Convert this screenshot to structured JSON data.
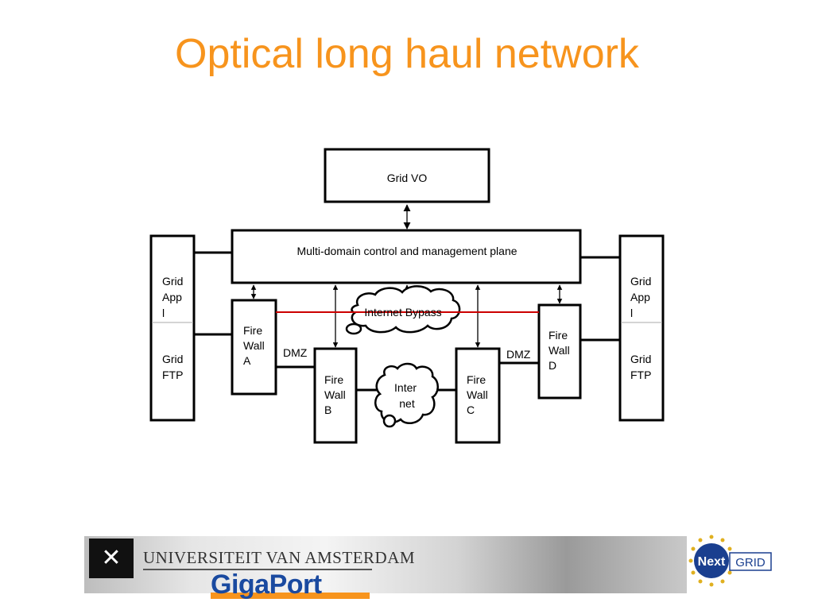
{
  "title": "Optical long haul network",
  "diagram": {
    "grid_vo": "Grid VO",
    "control_plane": "Multi-domain control and management plane",
    "left_stack": {
      "app_lines": [
        "Grid",
        "App",
        "l"
      ],
      "ftp_lines": [
        "Grid",
        "FTP"
      ]
    },
    "right_stack": {
      "app_lines": [
        "Grid",
        "App",
        "l"
      ],
      "ftp_lines": [
        "Grid",
        "FTP"
      ]
    },
    "firewall_a": [
      "Fire",
      "Wall",
      "A"
    ],
    "firewall_b": [
      "Fire",
      "Wall",
      "B"
    ],
    "firewall_c": [
      "Fire",
      "Wall",
      "C"
    ],
    "firewall_d": [
      "Fire",
      "Wall",
      "D"
    ],
    "dmz_left": "DMZ",
    "dmz_right": "DMZ",
    "internet_bypass": "Internet Bypass",
    "internet_cloud": [
      "Inter",
      "net"
    ],
    "bypass_color": "#cc0000"
  },
  "footer": {
    "uva_crest": "✕",
    "uva_name": "UNIVERSITEIT VAN AMSTERDAM",
    "gigaport": "GigaPort",
    "nextgrid_next": "Next",
    "nextgrid_grid": "GRID"
  },
  "colors": {
    "title": "#f7941d",
    "gigaport_blue": "#1a4aa0",
    "gigaport_orange": "#f7941d",
    "nextgrid_blue": "#1a3f8f",
    "star_gold": "#e0b020"
  }
}
